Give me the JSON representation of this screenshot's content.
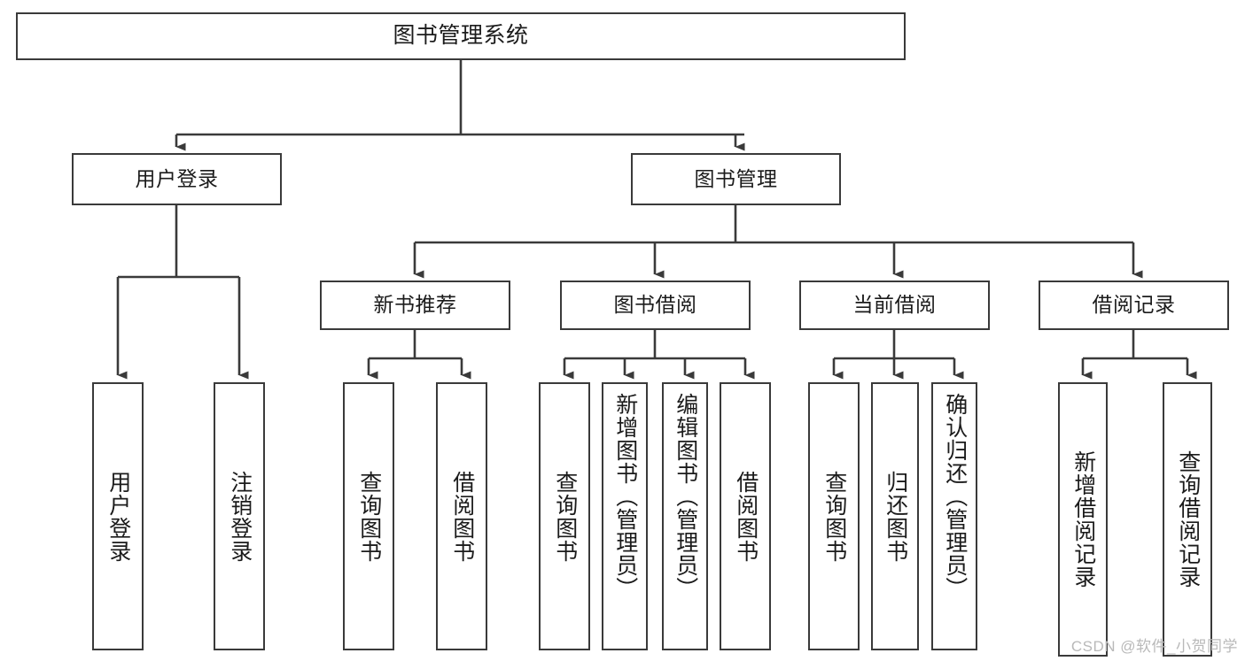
{
  "diagram": {
    "title": "图书管理系统",
    "type": "tree-hierarchy-diagram",
    "colors": {
      "box_border": "#3a3a3a",
      "box_fill": "#ffffff",
      "edge": "#3a3a3a",
      "text": "#1b1b1b",
      "watermark": "#b9b9b9",
      "background": "#ffffff"
    },
    "root": {
      "label": "图书管理系统"
    },
    "level2": [
      {
        "label": "用户登录"
      },
      {
        "label": "图书管理"
      }
    ],
    "level3": [
      {
        "label": "新书推荐"
      },
      {
        "label": "图书借阅"
      },
      {
        "label": "当前借阅"
      },
      {
        "label": "借阅记录"
      }
    ],
    "leaves": {
      "user_login": [
        {
          "label": "用户登录"
        },
        {
          "label": "注销登录"
        }
      ],
      "new_book_recommend": [
        {
          "label": "查询图书"
        },
        {
          "label": "借阅图书"
        }
      ],
      "book_borrow": [
        {
          "label": "查询图书"
        },
        {
          "label": "新增图书（管理员）"
        },
        {
          "label": "编辑图书（管理员）"
        },
        {
          "label": "借阅图书"
        }
      ],
      "current_borrow": [
        {
          "label": "查询图书"
        },
        {
          "label": "归还图书"
        },
        {
          "label": "确认归还（管理员）"
        }
      ],
      "borrow_record": [
        {
          "label": "新增借阅记录"
        },
        {
          "label": "查询借阅记录"
        }
      ]
    }
  },
  "watermark": {
    "text": "CSDN @软件_小贺同学"
  }
}
